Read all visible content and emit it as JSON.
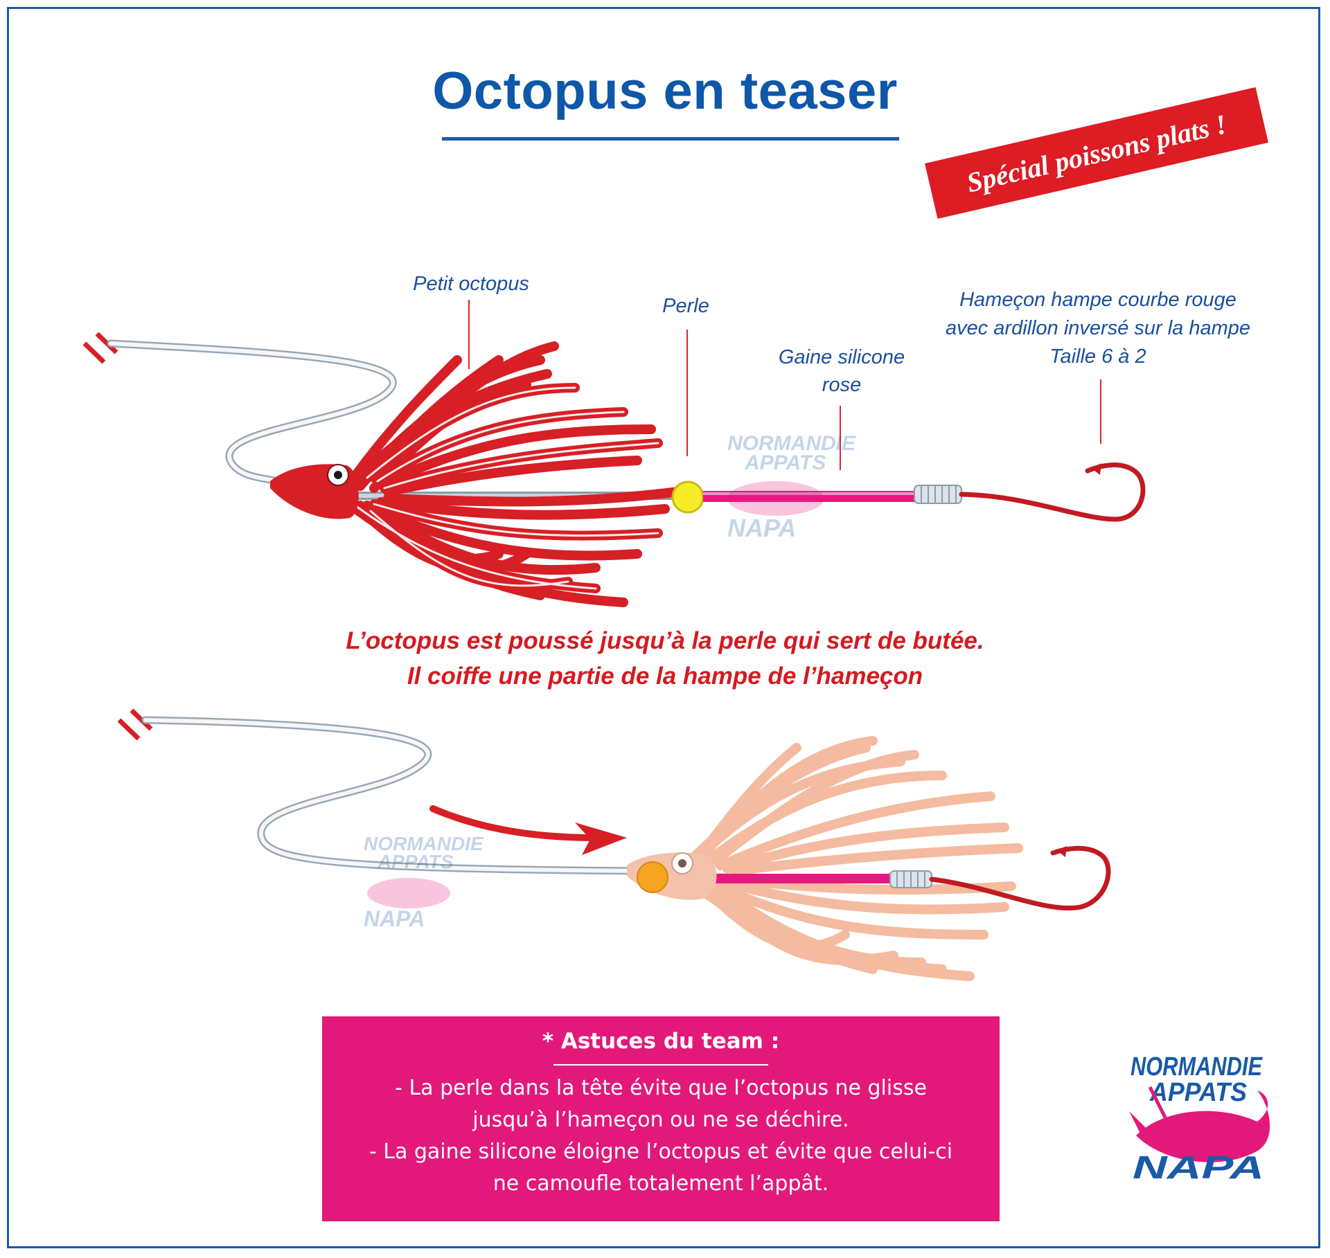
{
  "title": "Octopus en teaser",
  "banner": "Spécial poissons plats !",
  "labels": {
    "petit_octopus": "Petit octopus",
    "perle": "Perle",
    "gaine_line1": "Gaine silicone",
    "gaine_line2": "rose",
    "hamecon_line1": "Hameçon hampe courbe rouge",
    "hamecon_line2": "avec ardillon inversé sur la hampe",
    "hamecon_line3": "Taille 6 à 2"
  },
  "caption": {
    "line1": "L’octopus est poussé jusqu’à la perle qui sert de butée.",
    "line2": "Il coiffe une partie de la hampe de l’hameçon"
  },
  "tips": {
    "title": "* Astuces du team :",
    "lines": [
      "- La perle dans la tête évite que l’octopus ne glisse",
      "jusqu’à l’hameçon ou ne se déchire.",
      "- La gaine silicone éloigne l’octopus et évite que celui-ci",
      "ne camoufle totalement l’appât."
    ]
  },
  "logo": {
    "line1": "NORMANDIE",
    "line2": "APPATS",
    "line3": "NAPA"
  },
  "colors": {
    "title_blue": "#0f57a8",
    "octopus_red": "#d71f26",
    "octopus_pale": "#f4b89b",
    "tips_pink": "#e2197a",
    "silicone_pink": "#e8177f",
    "bead_yellow": "#f7ea27",
    "bead_orange": "#f5a51f"
  }
}
